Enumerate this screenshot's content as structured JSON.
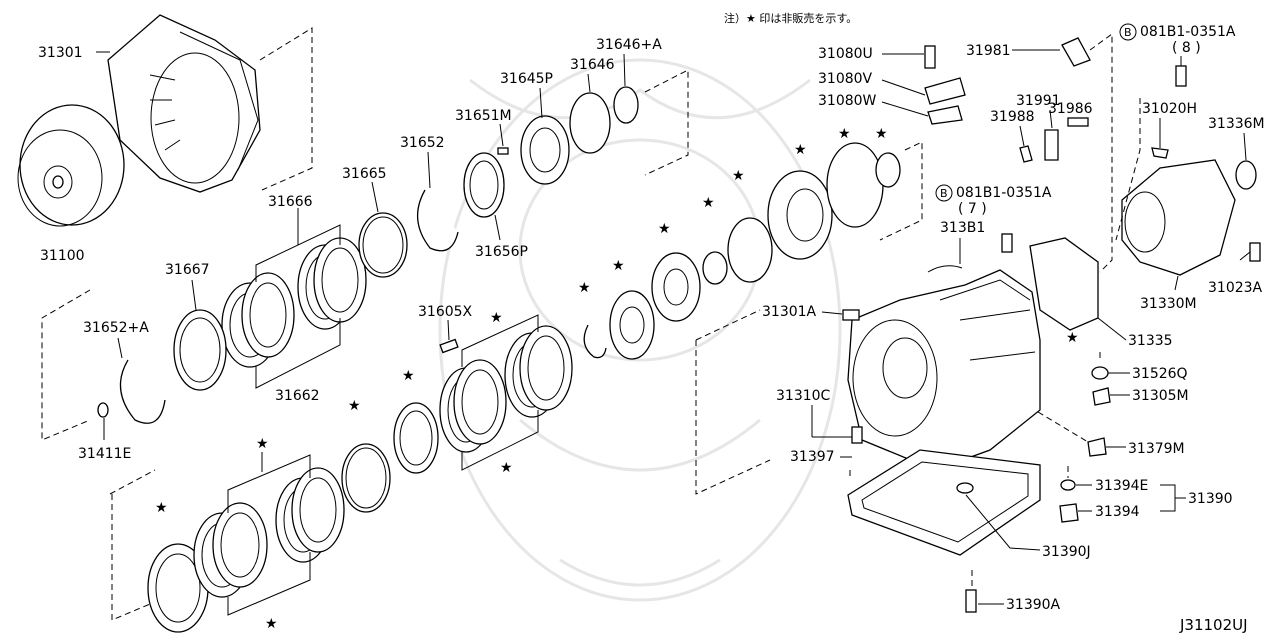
{
  "note": "注）★ 印は非販売を示す。",
  "diagram_code": "J31102UJ",
  "part_labels": {
    "p31301": "31301",
    "p31100": "31100",
    "p31666": "31666",
    "p31665": "31665",
    "p31652": "31652",
    "p31651M": "31651M",
    "p31645P": "31645P",
    "p31646": "31646",
    "p31646A": "31646+A",
    "p31656P": "31656P",
    "p31667": "31667",
    "p31662": "31662",
    "p31652A": "31652+A",
    "p31411E": "31411E",
    "p31605X": "31605X",
    "p31080U": "31080U",
    "p31080V": "31080V",
    "p31080W": "31080W",
    "p31981": "31981",
    "p081B1_8": "081B1-0351A",
    "p081B1_8_qty": "( 8 )",
    "p31986": "31986",
    "p31991": "31991",
    "p31988": "31988",
    "p31020H": "31020H",
    "p31336M": "31336M",
    "p081B1_7": "081B1-0351A",
    "p081B1_7_qty": "( 7 )",
    "p313B1": "313B1",
    "p31301A": "31301A",
    "p31330M": "31330M",
    "p31023A": "31023A",
    "p31335": "31335",
    "p31526Q": "31526Q",
    "p31305M": "31305M",
    "p31310C": "31310C",
    "p31397": "31397",
    "p31379M": "31379M",
    "p31394E": "31394E",
    "p31390": "31390",
    "p31394": "31394",
    "p31390J": "31390J",
    "p31390A": "31390A"
  },
  "symbols": {
    "star": "★",
    "bolt_prefix": "B"
  }
}
